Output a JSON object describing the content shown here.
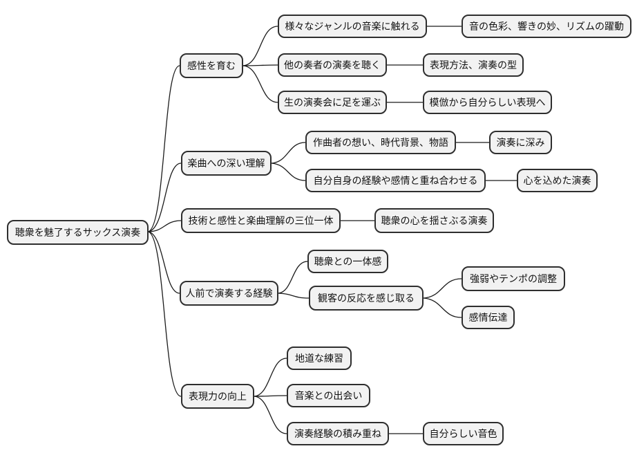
{
  "mindmap": {
    "title": "saxophone performance mind map",
    "root": {
      "label": "聴衆を魅了するサックス演奏"
    },
    "branches": [
      {
        "label": "感性を育む",
        "children": [
          {
            "label": "様々なジャンルの音楽に触れる",
            "children": [
              {
                "label": "音の色彩、響きの妙、リズムの躍動"
              }
            ]
          },
          {
            "label": "他の奏者の演奏を聴く",
            "children": [
              {
                "label": "表現方法、演奏の型"
              }
            ]
          },
          {
            "label": "生の演奏会に足を運ぶ",
            "children": [
              {
                "label": "模倣から自分らしい表現へ"
              }
            ]
          }
        ]
      },
      {
        "label": "楽曲への深い理解",
        "children": [
          {
            "label": "作曲者の想い、時代背景、物語",
            "children": [
              {
                "label": "演奏に深み"
              }
            ]
          },
          {
            "label": "自分自身の経験や感情と重ね合わせる",
            "children": [
              {
                "label": "心を込めた演奏"
              }
            ]
          }
        ]
      },
      {
        "label": "技術と感性と楽曲理解の三位一体",
        "children": [
          {
            "label": "聴衆の心を揺さぶる演奏"
          }
        ]
      },
      {
        "label": "人前で演奏する経験",
        "children": [
          {
            "label": "聴衆との一体感"
          },
          {
            "label": "観客の反応を感じ取る",
            "children": [
              {
                "label": "強弱やテンポの調整"
              },
              {
                "label": "感情伝達"
              }
            ]
          }
        ]
      },
      {
        "label": "表現力の向上",
        "children": [
          {
            "label": "地道な練習"
          },
          {
            "label": "音楽との出会い"
          },
          {
            "label": "演奏経験の積み重ね",
            "children": [
              {
                "label": "自分らしい音色"
              }
            ]
          }
        ]
      }
    ],
    "colors": {
      "background": "#ffffff",
      "node_fill": "#f2f2f2",
      "node_border": "#2e2e2e",
      "edge_stroke": "#1a1a1a",
      "text": "#111111"
    }
  }
}
